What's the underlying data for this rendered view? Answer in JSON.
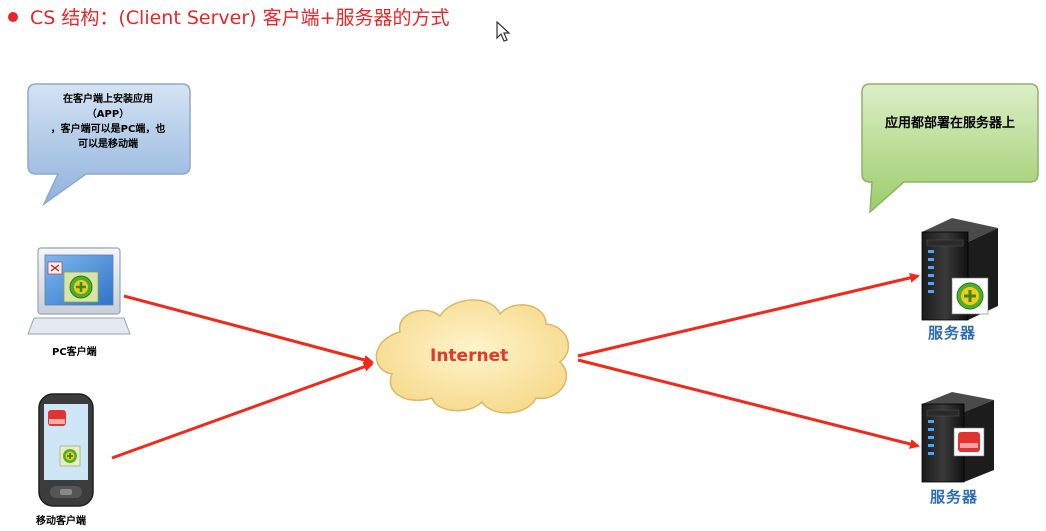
{
  "header": {
    "title": "CS 结构：(Client Server) 客户端+服务器的方式"
  },
  "callouts": {
    "client_note": [
      "在客户端上安装应用",
      "（APP）",
      "，客户端可以是PC端，也",
      "可以是移动端"
    ],
    "server_note": "应用都部署在服务器上"
  },
  "nodes": {
    "pc_client": "PC客户端",
    "mobile_client": "移动客户端",
    "internet": "Internet",
    "server_1": "服务器",
    "server_2": "服务器"
  },
  "colors": {
    "accent_red": "#e8262a",
    "server_label_blue": "#2f6db3",
    "internet_label_red": "#e03a2a",
    "cloud_fill": "#fbe7a6",
    "cloud_stroke": "#e0bf66",
    "blue_bubble": "#a9c4e4",
    "green_bubble": "#b5d98f",
    "arrow_red": "#f02a1a"
  }
}
